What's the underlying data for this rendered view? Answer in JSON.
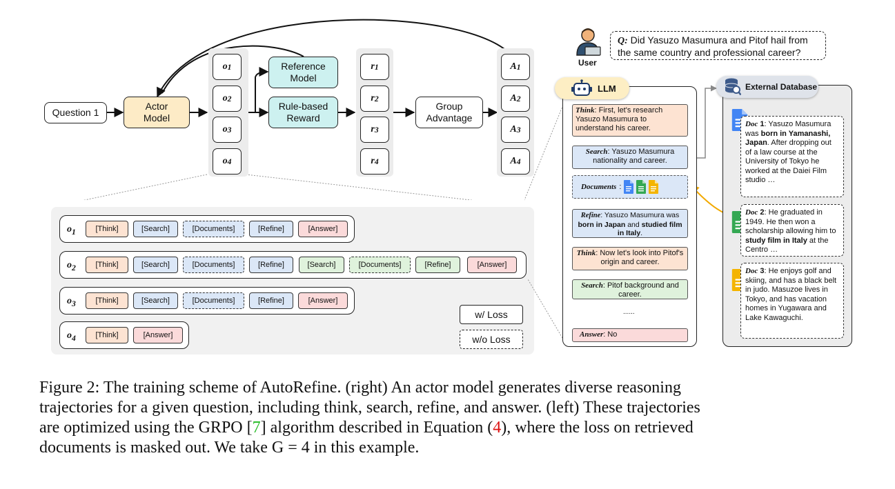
{
  "left": {
    "question": "Question 1",
    "actor": "Actor\nModel",
    "reference": "Reference\nModel",
    "rule": "Rule-based\nReward",
    "group": "Group\nAdvantage",
    "outputs": [
      "o1",
      "o2",
      "o3",
      "o4"
    ],
    "rewards": [
      "r1",
      "r2",
      "r3",
      "r4"
    ],
    "advantages": [
      "A1",
      "A2",
      "A3",
      "A4"
    ]
  },
  "trajectories": [
    {
      "label": "o1",
      "tokens": [
        "[Think]",
        "[Search]",
        "[Documents]",
        "[Refine]",
        "[Answer]"
      ]
    },
    {
      "label": "o2",
      "tokens": [
        "[Think]",
        "[Search]",
        "[Documents]",
        "[Refine]",
        "[Search]",
        "[Documents]",
        "[Refine]",
        "[Answer]"
      ]
    },
    {
      "label": "o3",
      "tokens": [
        "[Think]",
        "[Search]",
        "[Documents]",
        "[Refine]",
        "[Answer]"
      ]
    },
    {
      "label": "o4",
      "tokens": [
        "[Think]",
        "[Answer]"
      ]
    }
  ],
  "legend": {
    "with_loss": "w/ Loss",
    "without_loss": "w/o Loss"
  },
  "right": {
    "user_label": "User",
    "question_prefix": "Q:",
    "question_text": "Did Yasuzo Masumura and Pitof hail from the same country and professional career?",
    "llm_label": "LLM",
    "db_label": "External Database",
    "steps": {
      "think1_k": "Think",
      "think1_t": ": First, let's research Yasuzo Masumura to understand his career.",
      "search1_k": "Search",
      "search1_t": ": Yasuzo Masumura nationality and career.",
      "docs_k": "Documents",
      "docs_t": ":",
      "refine_k": "Refine",
      "refine_t1": ": Yasuzo Masumura was ",
      "refine_b1": "born in Japan",
      "refine_t2": " and ",
      "refine_b2": "studied film in Italy",
      "refine_t3": ".",
      "think2_k": "Think",
      "think2_t": ": Now let's look into Pitof's origin and career.",
      "search2_k": "Search",
      "search2_t": ": Pitof background and career.",
      "dots": "......",
      "answer_k": "Answer",
      "answer_t": ": No"
    },
    "docs": [
      {
        "k": "Doc",
        "n": "1",
        "t1": ": Yasuzo Masumura was ",
        "b": "born in Yamanashi, Japan",
        "t2": ". After dropping out of a law course at the University of Tokyo he worked at the Daiei Film studio …"
      },
      {
        "k": "Doc",
        "n": "2",
        "t1": ": He graduated in 1949. He then won a scholarship allowing him to ",
        "b": "study film in Italy",
        "t2": " at the Centro …"
      },
      {
        "k": "Doc",
        "n": "3",
        "t1": ": He enjoys golf and skiing, and has a black belt in judo. Masuzoe lives in Tokyo, and has vacation homes in Yugawara and Lake Kawaguchi.",
        "b": "",
        "t2": ""
      }
    ]
  },
  "caption": {
    "line1": "Figure 2: The training scheme of AutoRefine. (right) An actor model generates diverse reasoning",
    "line2": "trajectories for a given question, including think, search, refine, and answer. (left) These trajectories",
    "line3_a": "are optimized using the GRPO [",
    "ref1": "7",
    "line3_b": "] algorithm described in Equation (",
    "ref2": "4",
    "line3_c": "), where the loss on retrieved",
    "line4": "documents is masked out. We take G = 4 in this example."
  },
  "colors": {
    "actor": "#fdebc6",
    "reward": "#cdf1f0",
    "think": "#fde3d2",
    "search": "#dbe7f7",
    "answer": "#fbdada",
    "green": "#dff2dc",
    "ref_green": "#22bb22",
    "ref_red": "#dd1111"
  }
}
